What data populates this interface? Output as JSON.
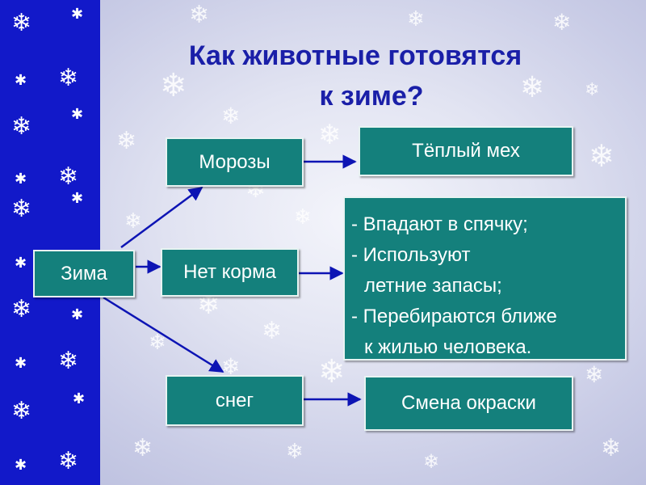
{
  "title_line1": "Как животные готовятся",
  "title_line2": "к зиме?",
  "nodes": {
    "zima": "Зима",
    "morozy": "Морозы",
    "net_korma": "Нет корма",
    "sneg": "снег",
    "teply_meh": "Тёплый мех",
    "smena_okraski": "Смена окраски"
  },
  "food_responses": [
    "- Впадают в спячку;",
    "- Используют",
    "летние запасы;",
    "- Перебираются ближе",
    "к жилью человека."
  ],
  "colors": {
    "box_fill": "#14807c",
    "arrow": "#0d14b4",
    "title": "#1a1fa8",
    "left_strip": "#1219c9"
  },
  "icons": [
    "snowflake-icon"
  ]
}
